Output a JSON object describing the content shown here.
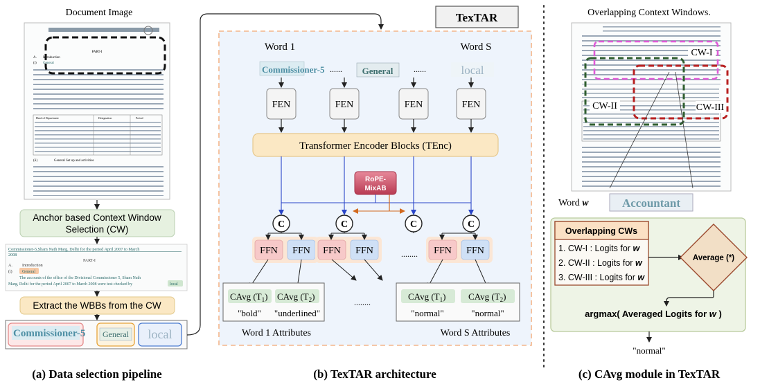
{
  "panel_a": {
    "heading": "Document Image",
    "doc": {
      "part": "PART-I",
      "a_label": "A.",
      "intro": "Introduction",
      "i_label": "(i)",
      "general": "General",
      "table_head_left": "Head of Department",
      "table_head_mid": "Designation",
      "table_head_right": "Period",
      "sub_ii": "(ii)",
      "sub_ii_title": "General Set up and activities"
    },
    "step1": "Anchor based Context Window Selection (CW)",
    "crop": {
      "line1": "Commissioner-5,Sham Nath Marg, Delhi for the period April 2007 to March",
      "line2": "2008",
      "part": "PART-I",
      "a_label": "A.",
      "intro": "Introduction",
      "i_label": "(i)",
      "general": "General",
      "body1": "The accounts of the office of the Divisional Commissioner 5, Sham Nath",
      "body2": "Marg, Delhi for the period April 2007 to March 2008 were test checked by",
      "local": "local"
    },
    "step2": "Extract the WBBs from the CW",
    "strip": {
      "w1": "Commissioner-5",
      "w2": "General",
      "w3": "local"
    },
    "caption": "(a) Data selection pipeline"
  },
  "panel_b": {
    "title": "TexTAR",
    "word1": "Word 1",
    "wordS": "Word S",
    "img1": "Commissioner-5",
    "img2": "General",
    "img3": "local",
    "dots": "......",
    "fen": "FEN",
    "tenc": "Transformer Encoder Blocks (TEnc)",
    "rope1": "RoPE-",
    "rope2": "MixAB",
    "c": "C",
    "ffn": "FFN",
    "cavg1": "CAvg (T",
    "cavg_sub1": "1",
    "cavg2": "CAvg (T",
    "cavg_sub2": "2",
    "close": ")",
    "attr_bold": "\"bold\"",
    "attr_underlined": "\"underlined\"",
    "attr_normal1": "\"normal\"",
    "attr_normal2": "\"normal\"",
    "mid_dots": "........",
    "mid_dots2": "........",
    "word1_attr": "Word 1 Attributes",
    "wordS_attr": "Word S Attributes",
    "caption": "(b) TexTAR architecture"
  },
  "panel_c": {
    "heading": "Overlapping Context Windows.",
    "cw1": "CW-I",
    "cw2": "CW-II",
    "cw3": "CW-III",
    "word_label": "Word",
    "word_var": "w",
    "word_img": "Accountant",
    "table_title": "Overlapping CWs",
    "row1": "1. CW-I : Logits for",
    "row2": "2. CW-II : Logits for",
    "row3": "3. CW-III : Logits for",
    "avg": "Average (*)",
    "argmax_pre": "argmax(",
    "argmax_mid": " Averaged Logits for ",
    "argmax_post": " )",
    "out": "\"normal\"",
    "caption": "(c) CAvg module in TexTAR"
  },
  "colors": {
    "green_box": "#e6f1e0",
    "yellow_box": "#fbe8c4",
    "panel_bg": "#eef4fc",
    "pink": "#f7c9c9",
    "blue": "#cfe0f6",
    "rope": "#c6475e",
    "cw1": "#e05ad8",
    "cw2": "#2f5e2f",
    "cw3": "#b82020"
  }
}
